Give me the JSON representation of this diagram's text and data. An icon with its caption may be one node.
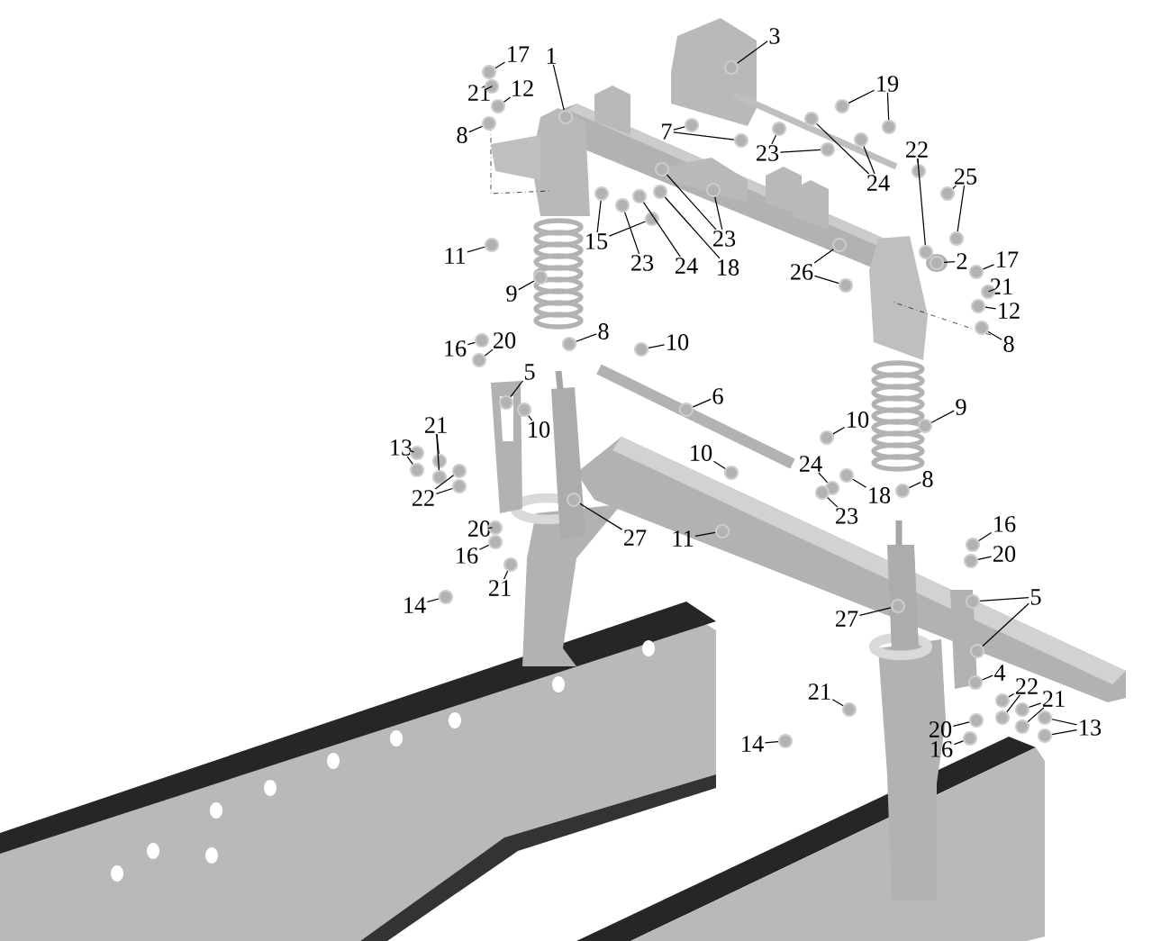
{
  "diagram": {
    "nodes": [
      {
        "text": [
          "1"
        ]
      },
      {
        "text": [
          "3"
        ]
      },
      {
        "text": [
          "17"
        ]
      },
      {
        "text": [
          "21"
        ]
      },
      {
        "text": [
          "12"
        ]
      },
      {
        "text": [
          "8"
        ]
      },
      {
        "text": [
          "7"
        ]
      },
      {
        "text": [
          "19"
        ]
      },
      {
        "text": [
          "23"
        ]
      },
      {
        "text": [
          "24"
        ]
      },
      {
        "text": [
          "22"
        ]
      },
      {
        "text": [
          "25"
        ]
      },
      {
        "text": [
          "11"
        ]
      },
      {
        "text": [
          "15"
        ]
      },
      {
        "text": [
          "23"
        ]
      },
      {
        "text": [
          "24"
        ]
      },
      {
        "text": [
          "18"
        ]
      },
      {
        "text": [
          "23"
        ]
      },
      {
        "text": [
          "26"
        ]
      },
      {
        "text": [
          "2"
        ]
      },
      {
        "text": [
          "17"
        ]
      },
      {
        "text": [
          "21"
        ]
      },
      {
        "text": [
          "12"
        ]
      },
      {
        "text": [
          "9"
        ]
      },
      {
        "text": [
          "8"
        ]
      },
      {
        "text": [
          "16"
        ]
      },
      {
        "text": [
          "20"
        ]
      },
      {
        "text": [
          "8"
        ]
      },
      {
        "text": [
          "10"
        ]
      },
      {
        "text": [
          "5"
        ]
      },
      {
        "text": [
          "6"
        ]
      },
      {
        "text": [
          "21"
        ]
      },
      {
        "text": [
          "10"
        ]
      },
      {
        "text": [
          "9"
        ]
      },
      {
        "text": [
          "10"
        ]
      },
      {
        "text": [
          "13"
        ]
      },
      {
        "text": [
          "10"
        ]
      },
      {
        "text": [
          "24"
        ]
      },
      {
        "text": [
          "8"
        ]
      },
      {
        "text": [
          "18"
        ]
      },
      {
        "text": [
          "22"
        ]
      },
      {
        "text": [
          "23"
        ]
      },
      {
        "text": [
          "16"
        ]
      },
      {
        "text": [
          "20"
        ]
      },
      {
        "text": [
          "27"
        ]
      },
      {
        "text": [
          "11"
        ]
      },
      {
        "text": [
          "20"
        ]
      },
      {
        "text": [
          "16"
        ]
      },
      {
        "text": [
          "21"
        ]
      },
      {
        "text": [
          "5"
        ]
      },
      {
        "text": [
          "14"
        ]
      },
      {
        "text": [
          "27"
        ]
      },
      {
        "text": [
          "4"
        ]
      },
      {
        "text": [
          "22"
        ]
      },
      {
        "text": [
          "21"
        ]
      },
      {
        "text": [
          "21"
        ]
      },
      {
        "text": [
          "13"
        ]
      },
      {
        "text": [
          "20"
        ]
      },
      {
        "text": [
          "14"
        ]
      },
      {
        "text": [
          "16"
        ]
      },
      {
        "text": [],
        "shape": "circle"
      },
      {
        "text": [],
        "shape": "circle"
      },
      {
        "text": [],
        "shape": "circle"
      },
      {
        "text": [],
        "shape": "circle"
      },
      {
        "text": [],
        "shape": "circle"
      },
      {
        "text": [],
        "shape": "circle"
      },
      {
        "text": [],
        "shape": "circle"
      },
      {
        "text": [],
        "shape": "circle"
      },
      {
        "text": [],
        "shape": "circle"
      },
      {
        "text": [],
        "shape": "circle"
      },
      {
        "text": [],
        "shape": "circle"
      },
      {
        "text": [],
        "shape": "circle"
      },
      {
        "text": [],
        "shape": "circle"
      },
      {
        "text": [],
        "shape": "circle"
      },
      {
        "text": [],
        "shape": "circle"
      },
      {
        "text": [],
        "shape": "circle"
      },
      {
        "text": [],
        "shape": "circle"
      },
      {
        "text": [],
        "shape": "circle"
      },
      {
        "text": [],
        "shape": "circle"
      },
      {
        "text": [],
        "shape": "circle"
      },
      {
        "text": [],
        "shape": "circle"
      },
      {
        "text": [],
        "shape": "circle"
      },
      {
        "text": [],
        "shape": "circle"
      },
      {
        "text": [],
        "shape": "circle"
      },
      {
        "text": [],
        "shape": "circle"
      },
      {
        "text": [],
        "shape": "circle"
      },
      {
        "text": [],
        "shape": "circle"
      },
      {
        "text": [],
        "shape": "circle"
      },
      {
        "text": [],
        "shape": "circle"
      },
      {
        "text": [],
        "shape": "circle"
      },
      {
        "text": [],
        "shape": "circle"
      },
      {
        "text": [],
        "shape": "circle"
      },
      {
        "text": [],
        "shape": "circle"
      },
      {
        "text": [],
        "shape": "circle"
      },
      {
        "text": [],
        "shape": "circle"
      },
      {
        "text": [],
        "shape": "circle"
      },
      {
        "text": [],
        "shape": "circle"
      },
      {
        "text": [],
        "shape": "circle"
      },
      {
        "text": [],
        "shape": "circle"
      },
      {
        "text": [],
        "shape": "circle"
      },
      {
        "text": [],
        "shape": "circle"
      },
      {
        "text": [],
        "shape": "circle"
      },
      {
        "text": [],
        "shape": "circle"
      },
      {
        "text": [],
        "shape": "circle"
      },
      {
        "text": [],
        "shape": "circle"
      },
      {
        "text": [],
        "shape": "circle"
      },
      {
        "text": [],
        "shape": "circle"
      },
      {
        "text": [],
        "shape": "circle"
      },
      {
        "text": [],
        "shape": "circle"
      },
      {
        "text": [],
        "shape": "circle"
      },
      {
        "text": [],
        "shape": "circle"
      },
      {
        "text": [],
        "shape": "circle"
      },
      {
        "text": [],
        "shape": "circle"
      },
      {
        "text": [],
        "shape": "circle"
      },
      {
        "text": [],
        "shape": "circle"
      },
      {
        "text": [],
        "shape": "circle"
      },
      {
        "text": [],
        "shape": "circle"
      },
      {
        "text": [],
        "shape": "circle"
      },
      {
        "text": [],
        "shape": "circle"
      },
      {
        "text": [],
        "shape": "circle"
      },
      {
        "text": [],
        "shape": "circle"
      },
      {
        "text": [],
        "shape": "circle"
      },
      {
        "text": [],
        "shape": "circle"
      },
      {
        "text": [],
        "shape": "circle"
      },
      {
        "text": [],
        "shape": "circle"
      },
      {
        "text": [],
        "shape": "circle"
      },
      {
        "text": [],
        "shape": "circle"
      },
      {
        "text": [],
        "shape": "circle"
      },
      {
        "text": [],
        "shape": "circle"
      },
      {
        "text": [],
        "shape": "circle"
      },
      {
        "text": [],
        "shape": "circle"
      },
      {
        "text": [],
        "shape": "circle"
      },
      {
        "text": [],
        "shape": "circle"
      },
      {
        "text": [],
        "shape": "circle"
      },
      {
        "text": [],
        "shape": "circle"
      },
      {
        "text": [],
        "shape": "circle"
      }
    ],
    "edges": [
      {
        "from": 0,
        "to": 60,
        "arrow": "none"
      },
      {
        "from": 1,
        "to": 61,
        "arrow": "none"
      },
      {
        "from": 2,
        "to": 62,
        "arrow": "none"
      },
      {
        "from": 3,
        "to": 63,
        "arrow": "none"
      },
      {
        "from": 4,
        "to": 64,
        "arrow": "none"
      },
      {
        "from": 5,
        "to": 65,
        "arrow": "none"
      },
      {
        "from": 6,
        "to": 66,
        "arrow": "none"
      },
      {
        "from": 6,
        "to": 67,
        "arrow": "none"
      },
      {
        "from": 7,
        "to": 68,
        "arrow": "none"
      },
      {
        "from": 7,
        "to": 69,
        "arrow": "none"
      },
      {
        "from": 8,
        "to": 70,
        "arrow": "none"
      },
      {
        "from": 8,
        "to": 71,
        "arrow": "none"
      },
      {
        "from": 9,
        "to": 72,
        "arrow": "none"
      },
      {
        "from": 9,
        "to": 73,
        "arrow": "none"
      },
      {
        "from": 10,
        "to": 74,
        "arrow": "none"
      },
      {
        "from": 10,
        "to": 75,
        "arrow": "none"
      },
      {
        "from": 11,
        "to": 76,
        "arrow": "none"
      },
      {
        "from": 11,
        "to": 77,
        "arrow": "none"
      },
      {
        "from": 12,
        "to": 78,
        "arrow": "none"
      },
      {
        "from": 13,
        "to": 79,
        "arrow": "none"
      },
      {
        "from": 13,
        "to": 80,
        "arrow": "none"
      },
      {
        "from": 14,
        "to": 81,
        "arrow": "none"
      },
      {
        "from": 15,
        "to": 82,
        "arrow": "none"
      },
      {
        "from": 16,
        "to": 83,
        "arrow": "none"
      },
      {
        "from": 17,
        "to": 84,
        "arrow": "none"
      },
      {
        "from": 17,
        "to": 85,
        "arrow": "none"
      },
      {
        "from": 18,
        "to": 86,
        "arrow": "none"
      },
      {
        "from": 18,
        "to": 87,
        "arrow": "none"
      },
      {
        "from": 19,
        "to": 88,
        "arrow": "none"
      },
      {
        "from": 20,
        "to": 89,
        "arrow": "none"
      },
      {
        "from": 21,
        "to": 90,
        "arrow": "none"
      },
      {
        "from": 22,
        "to": 91,
        "arrow": "none"
      },
      {
        "from": 23,
        "to": 92,
        "arrow": "none"
      },
      {
        "from": 24,
        "to": 93,
        "arrow": "none"
      },
      {
        "from": 25,
        "to": 94,
        "arrow": "none"
      },
      {
        "from": 26,
        "to": 95,
        "arrow": "none"
      },
      {
        "from": 27,
        "to": 96,
        "arrow": "none"
      },
      {
        "from": 28,
        "to": 97,
        "arrow": "none"
      },
      {
        "from": 29,
        "to": 98,
        "arrow": "none"
      },
      {
        "from": 30,
        "to": 99,
        "arrow": "none"
      },
      {
        "from": 31,
        "to": 100,
        "arrow": "none"
      },
      {
        "from": 31,
        "to": 101,
        "arrow": "none"
      },
      {
        "from": 32,
        "to": 102,
        "arrow": "none"
      },
      {
        "from": 33,
        "to": 103,
        "arrow": "none"
      },
      {
        "from": 34,
        "to": 104,
        "arrow": "none"
      },
      {
        "from": 35,
        "to": 105,
        "arrow": "none"
      },
      {
        "from": 35,
        "to": 106,
        "arrow": "none"
      },
      {
        "from": 36,
        "to": 107,
        "arrow": "none"
      },
      {
        "from": 37,
        "to": 108,
        "arrow": "none"
      },
      {
        "from": 38,
        "to": 109,
        "arrow": "none"
      },
      {
        "from": 39,
        "to": 110,
        "arrow": "none"
      },
      {
        "from": 40,
        "to": 111,
        "arrow": "none"
      },
      {
        "from": 40,
        "to": 112,
        "arrow": "none"
      },
      {
        "from": 41,
        "to": 113,
        "arrow": "none"
      },
      {
        "from": 42,
        "to": 114,
        "arrow": "none"
      },
      {
        "from": 43,
        "to": 115,
        "arrow": "none"
      },
      {
        "from": 44,
        "to": 116,
        "arrow": "none"
      },
      {
        "from": 45,
        "to": 117,
        "arrow": "none"
      },
      {
        "from": 46,
        "to": 118,
        "arrow": "none"
      },
      {
        "from": 47,
        "to": 119,
        "arrow": "none"
      },
      {
        "from": 48,
        "to": 120,
        "arrow": "none"
      },
      {
        "from": 49,
        "to": 121,
        "arrow": "none"
      },
      {
        "from": 49,
        "to": 122,
        "arrow": "none"
      },
      {
        "from": 50,
        "to": 123,
        "arrow": "none"
      },
      {
        "from": 51,
        "to": 124,
        "arrow": "none"
      },
      {
        "from": 52,
        "to": 125,
        "arrow": "none"
      },
      {
        "from": 53,
        "to": 126,
        "arrow": "none"
      },
      {
        "from": 53,
        "to": 127,
        "arrow": "none"
      },
      {
        "from": 54,
        "to": 128,
        "arrow": "none"
      },
      {
        "from": 54,
        "to": 129,
        "arrow": "none"
      },
      {
        "from": 55,
        "to": 130,
        "arrow": "none"
      },
      {
        "from": 56,
        "to": 131,
        "arrow": "none"
      },
      {
        "from": 56,
        "to": 132,
        "arrow": "none"
      },
      {
        "from": 57,
        "to": 133,
        "arrow": "none"
      },
      {
        "from": 58,
        "to": 134,
        "arrow": "none"
      },
      {
        "from": 59,
        "to": 135,
        "arrow": "none"
      }
    ]
  }
}
